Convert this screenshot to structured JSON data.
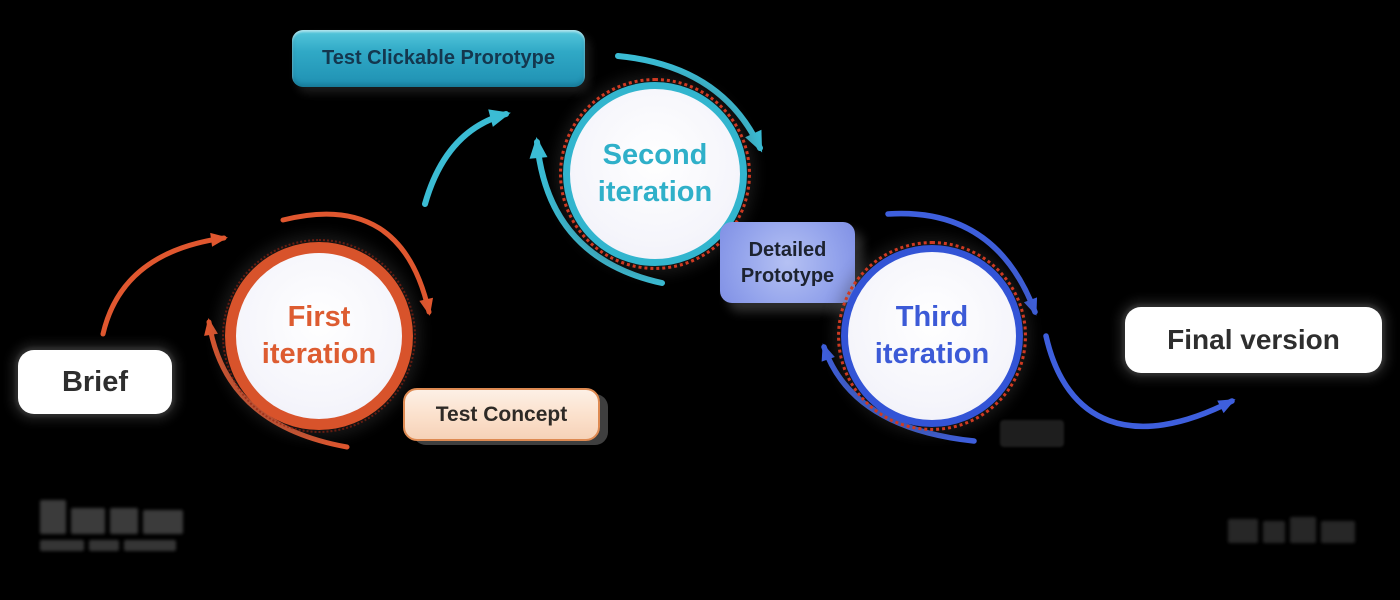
{
  "diagram_title": "Iterative design process flow",
  "stages": [
    {
      "id": "brief",
      "type": "card",
      "label": "Brief"
    },
    {
      "id": "first-iteration",
      "type": "iteration-circle",
      "label": "First iteration",
      "accent": "#d8532b"
    },
    {
      "id": "test-concept",
      "type": "label-tag",
      "label": "Test Concept",
      "accent": "#de8a52"
    },
    {
      "id": "test-clickable-prototype",
      "type": "label-tag",
      "label": "Test Clickable Prorotype",
      "accent": "#2ba4c3"
    },
    {
      "id": "second-iteration",
      "type": "iteration-circle",
      "label": "Second iteration",
      "accent": "#32b5ce"
    },
    {
      "id": "detailed-prototype",
      "type": "label-tag",
      "label": "Detailed Prototype",
      "accent": "#94a4ec"
    },
    {
      "id": "third-iteration",
      "type": "iteration-circle",
      "label": "Third iteration",
      "accent": "#3354d6"
    },
    {
      "id": "final-version",
      "type": "card",
      "label": "Final version"
    }
  ],
  "arrows": [
    {
      "id": "brief-to-first",
      "color": "#e0572f"
    },
    {
      "id": "first-cycle-top",
      "color": "#e0572f"
    },
    {
      "id": "first-cycle-bottom",
      "color": "#e0572f"
    },
    {
      "id": "first-to-second",
      "color": "#3bbcd4"
    },
    {
      "id": "second-cycle-top",
      "color": "#3bbcd4"
    },
    {
      "id": "second-cycle-bottom",
      "color": "#3bbcd4"
    },
    {
      "id": "third-cycle-top",
      "color": "#3e5fdd"
    },
    {
      "id": "third-cycle-bottom",
      "color": "#3e5fdd"
    },
    {
      "id": "third-to-final",
      "color": "#3e5fdd"
    }
  ],
  "colors": {
    "background": "#000000",
    "orange": "#e0572f",
    "cyan": "#3bbcd4",
    "blue": "#3e5fdd",
    "red_ring": "#cf3a22",
    "circle_fill": "#f5f5fb",
    "card_bg": "#ffffff",
    "card_text": "#2e2e2e",
    "teal_button_text": "#14374e"
  },
  "watermarks": {
    "left": {
      "legible": false
    },
    "right": {
      "legible": false
    },
    "center_smudge": {
      "legible": false
    }
  }
}
